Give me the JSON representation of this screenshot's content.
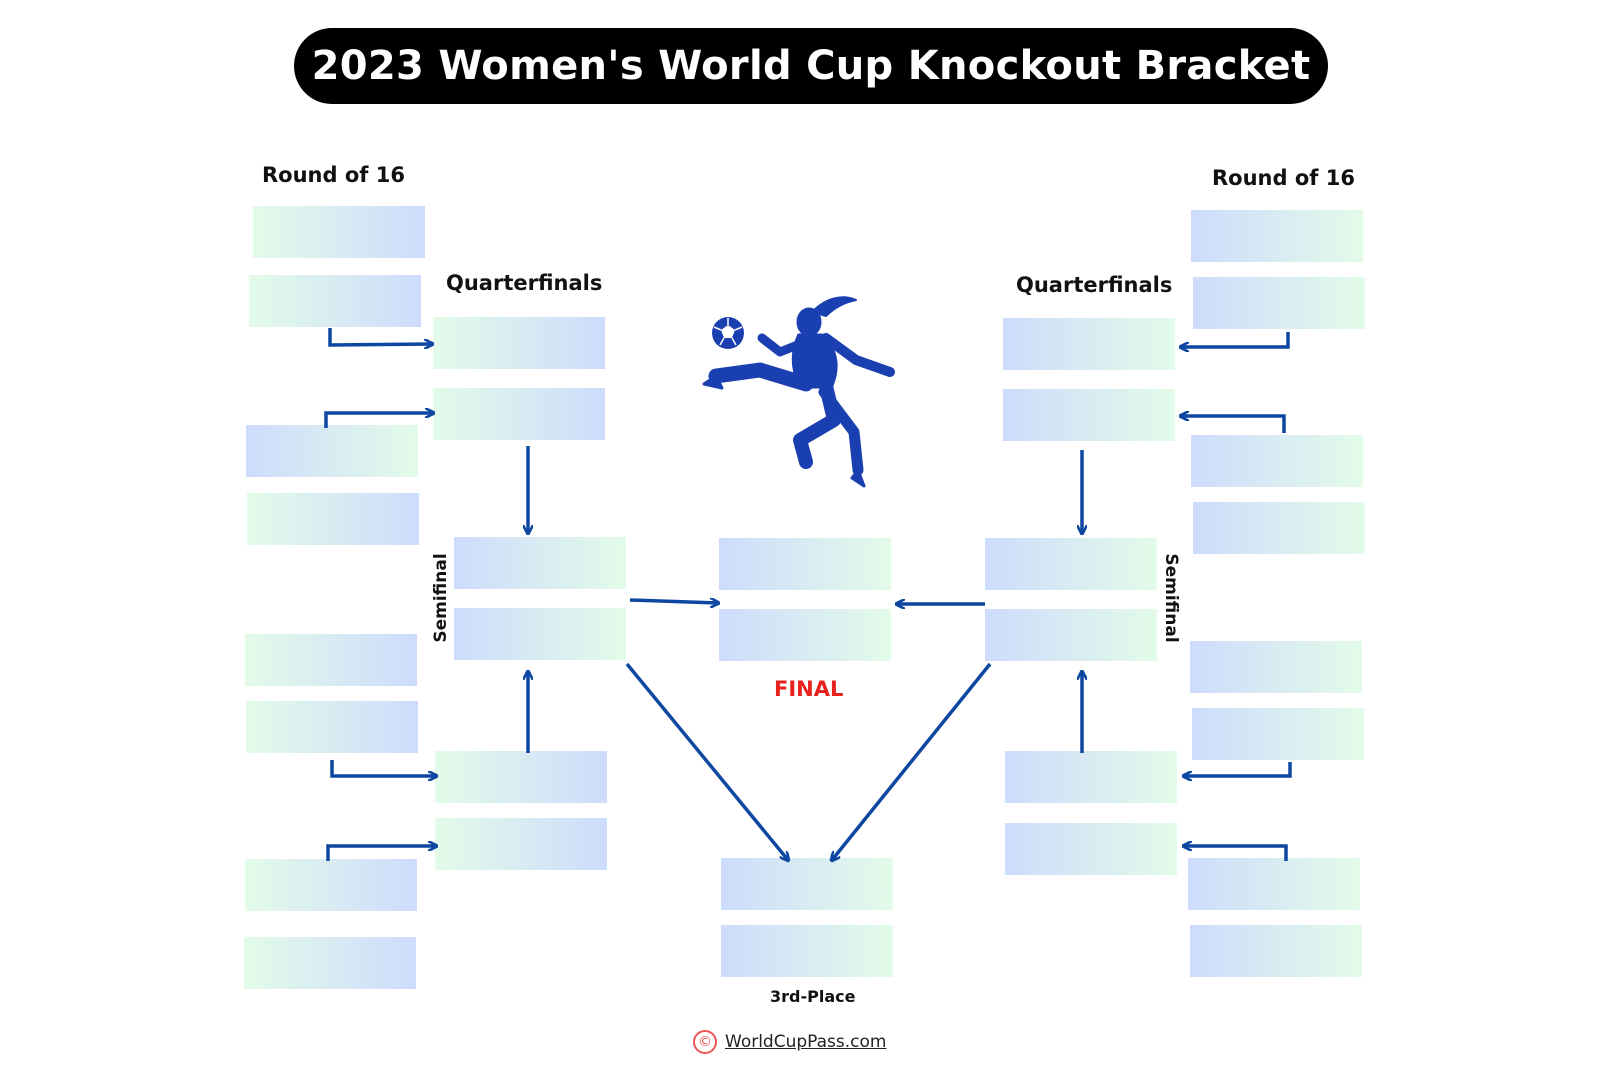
{
  "title": "2023 Women's World Cup Knockout Bracket",
  "labels": {
    "round_of_16_left": "Round of 16",
    "round_of_16_right": "Round of 16",
    "quarterfinals_left": "Quarterfinals",
    "quarterfinals_right": "Quarterfinals",
    "semifinal_left": "Semifinal",
    "semifinal_right": "Semifinal",
    "final": "FINAL",
    "third_place": "3rd-Place"
  },
  "footer": {
    "copyright_symbol": "©",
    "site": "WorldCupPass.com"
  },
  "icons": {
    "player": "soccer-player-kicking-icon",
    "ball": "soccer-ball-icon"
  },
  "colors": {
    "title_bg": "#000000",
    "title_text": "#ffffff",
    "arrow": "#0d47a1",
    "final_label": "#e8201e",
    "player_icon": "#1a3fb0",
    "slot_green": "#e3fbe9",
    "slot_blue": "#cddcfc"
  }
}
